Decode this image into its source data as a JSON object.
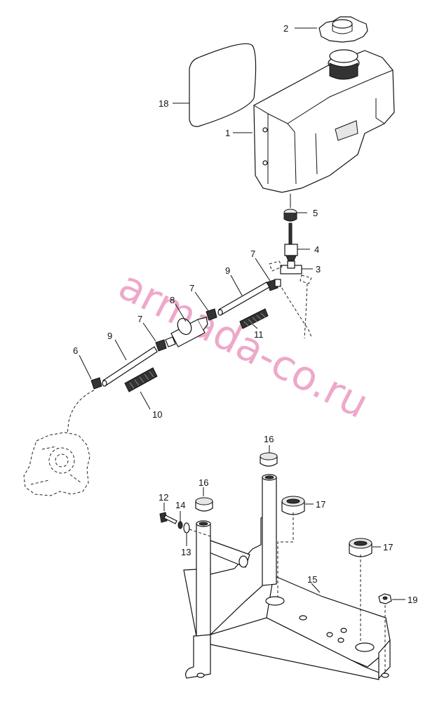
{
  "watermark": "armada-co.ru",
  "callouts": {
    "c1": "1",
    "c2": "2",
    "c3": "3",
    "c4": "4",
    "c5": "5",
    "c6": "6",
    "c7a": "7",
    "c7b": "7",
    "c7c": "7",
    "c8": "8",
    "c9a": "9",
    "c9b": "9",
    "c10": "10",
    "c11": "11",
    "c12": "12",
    "c13": "13",
    "c14": "14",
    "c15": "15",
    "c16a": "16",
    "c16b": "16",
    "c17a": "17",
    "c17b": "17",
    "c18": "18",
    "c19": "19"
  }
}
